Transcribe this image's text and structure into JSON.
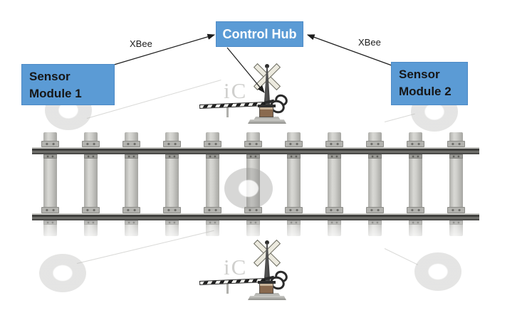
{
  "nodes": {
    "control_hub": {
      "label": "Control Hub",
      "fill": "#5b9bd5",
      "text_color": "#ffffff"
    },
    "sensor_module_1": {
      "line1": "Sensor",
      "line2": "Module 1",
      "fill": "#5b9bd5",
      "text_color": "#161616"
    },
    "sensor_module_2": {
      "line1": "Sensor",
      "line2": "Module 2",
      "fill": "#5b9bd5",
      "text_color": "#161616"
    }
  },
  "links": {
    "sensor1_to_hub": {
      "label": "XBee"
    },
    "sensor2_to_hub": {
      "label": "XBee"
    },
    "hub_to_crossing_signal": {
      "label": ""
    }
  },
  "watermark": {
    "signal_overlay_text": "iC"
  },
  "track": {
    "tie_count": 11,
    "rail_count": 2
  },
  "colors": {
    "node_blue": "#5b9bd5",
    "arrow": "#1c1c1c",
    "rail_dark": "#4a4a48",
    "tie_gray": "#c9c9c5",
    "watermark_gray": "#9a9a98"
  }
}
